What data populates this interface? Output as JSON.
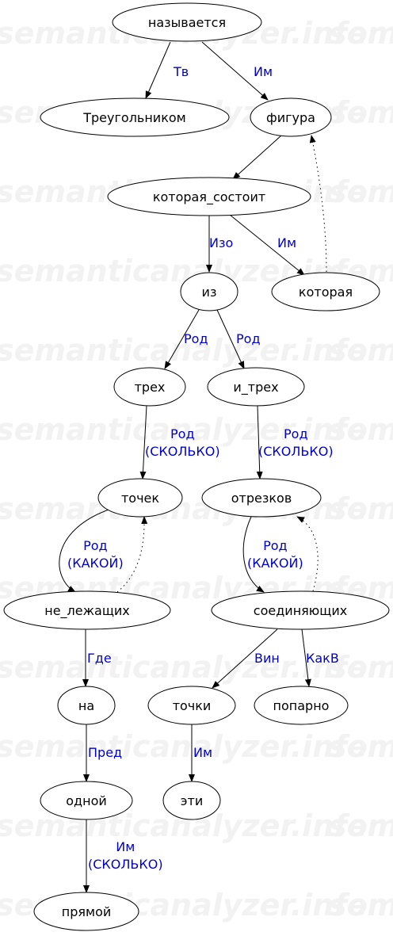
{
  "watermark": "semanticanalyzer.info",
  "colors": {
    "edge_label": "#0000cc",
    "node_stroke": "#000000",
    "watermark": "#f2f2f2"
  },
  "nodes": [
    {
      "id": "n1",
      "label": "называется"
    },
    {
      "id": "n2",
      "label": "Треугольником"
    },
    {
      "id": "n3",
      "label": "фигура"
    },
    {
      "id": "n4",
      "label": "которая_состоит"
    },
    {
      "id": "n5",
      "label": "из"
    },
    {
      "id": "n6",
      "label": "которая"
    },
    {
      "id": "n7",
      "label": "трех"
    },
    {
      "id": "n8",
      "label": "и_трех"
    },
    {
      "id": "n9",
      "label": "точек"
    },
    {
      "id": "n10",
      "label": "отрезков"
    },
    {
      "id": "n11",
      "label": "не_лежащих"
    },
    {
      "id": "n12",
      "label": "соединяющих"
    },
    {
      "id": "n13",
      "label": "на"
    },
    {
      "id": "n14",
      "label": "точки"
    },
    {
      "id": "n15",
      "label": "попарно"
    },
    {
      "id": "n16",
      "label": "одной"
    },
    {
      "id": "n17",
      "label": "эти"
    },
    {
      "id": "n18",
      "label": "прямой"
    }
  ],
  "edges": [
    {
      "from": "n1",
      "to": "n2",
      "label": [
        "Тв"
      ],
      "style": "solid"
    },
    {
      "from": "n1",
      "to": "n3",
      "label": [
        "Им"
      ],
      "style": "solid"
    },
    {
      "from": "n3",
      "to": "n4",
      "label": [],
      "style": "solid"
    },
    {
      "from": "n4",
      "to": "n5",
      "label": [
        "Изо"
      ],
      "style": "solid"
    },
    {
      "from": "n4",
      "to": "n6",
      "label": [
        "Им"
      ],
      "style": "solid"
    },
    {
      "from": "n6",
      "to": "n3",
      "label": [],
      "style": "dotted"
    },
    {
      "from": "n5",
      "to": "n7",
      "label": [
        "Род"
      ],
      "style": "solid"
    },
    {
      "from": "n5",
      "to": "n8",
      "label": [
        "Род"
      ],
      "style": "solid"
    },
    {
      "from": "n7",
      "to": "n9",
      "label": [
        "Род",
        "(СКОЛЬКО)"
      ],
      "style": "solid"
    },
    {
      "from": "n8",
      "to": "n10",
      "label": [
        "Род",
        "(СКОЛЬКО)"
      ],
      "style": "solid"
    },
    {
      "from": "n9",
      "to": "n11",
      "label": [
        "Род",
        "(КАКОЙ)"
      ],
      "style": "solid"
    },
    {
      "from": "n11",
      "to": "n9",
      "label": [],
      "style": "dotted"
    },
    {
      "from": "n10",
      "to": "n12",
      "label": [
        "Род",
        "(КАКОЙ)"
      ],
      "style": "solid"
    },
    {
      "from": "n12",
      "to": "n10",
      "label": [],
      "style": "dotted"
    },
    {
      "from": "n11",
      "to": "n13",
      "label": [
        "Где"
      ],
      "style": "solid"
    },
    {
      "from": "n12",
      "to": "n14",
      "label": [
        "Вин"
      ],
      "style": "solid"
    },
    {
      "from": "n12",
      "to": "n15",
      "label": [
        "КакВ"
      ],
      "style": "solid"
    },
    {
      "from": "n13",
      "to": "n16",
      "label": [
        "Пред"
      ],
      "style": "solid"
    },
    {
      "from": "n14",
      "to": "n17",
      "label": [
        "Им"
      ],
      "style": "solid"
    },
    {
      "from": "n16",
      "to": "n18",
      "label": [
        "Им",
        "(СКОЛЬКО)"
      ],
      "style": "solid"
    }
  ]
}
